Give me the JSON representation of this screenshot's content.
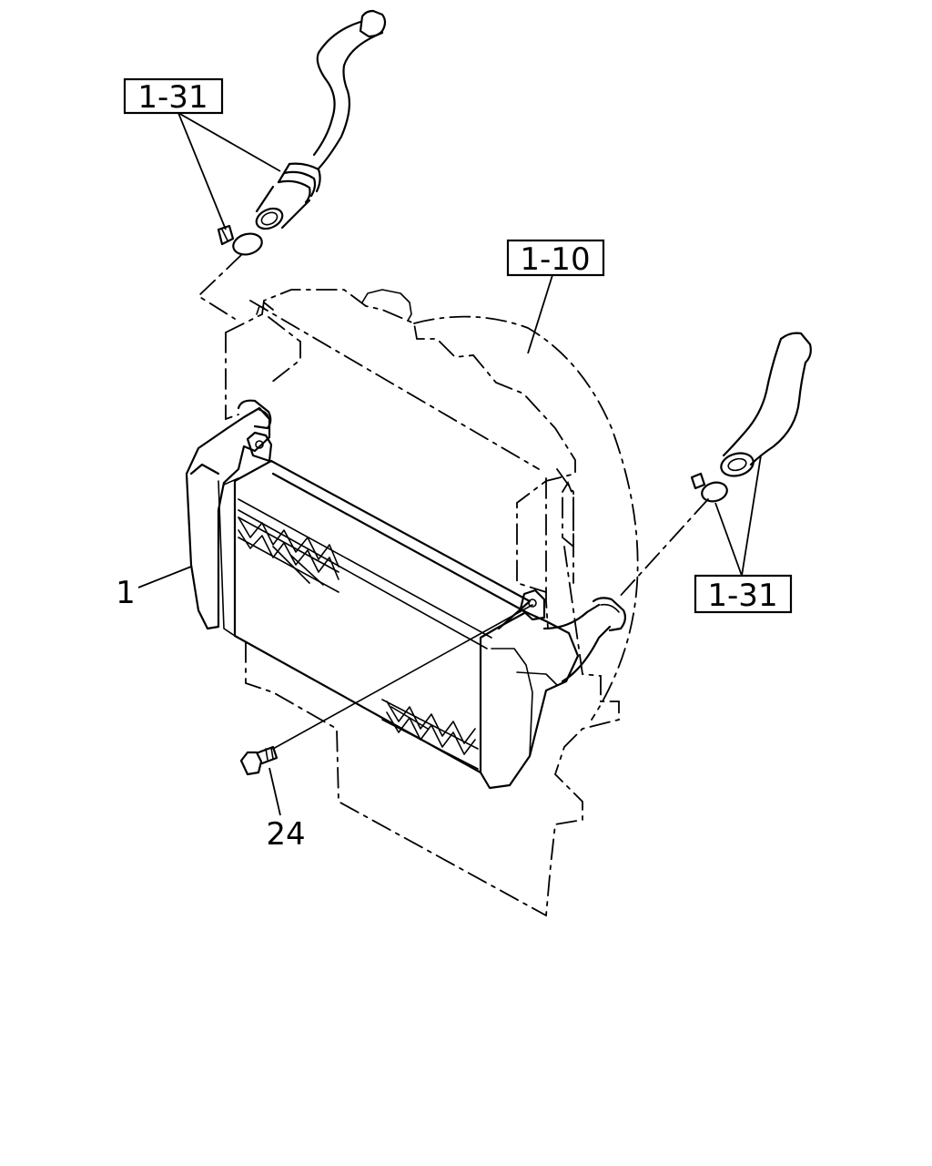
{
  "callouts": {
    "hose_upper_ref": "1-31",
    "fan_shroud_ref": "1-10",
    "hose_lower_ref": "1-31",
    "intercooler": "1",
    "bolt": "24"
  }
}
